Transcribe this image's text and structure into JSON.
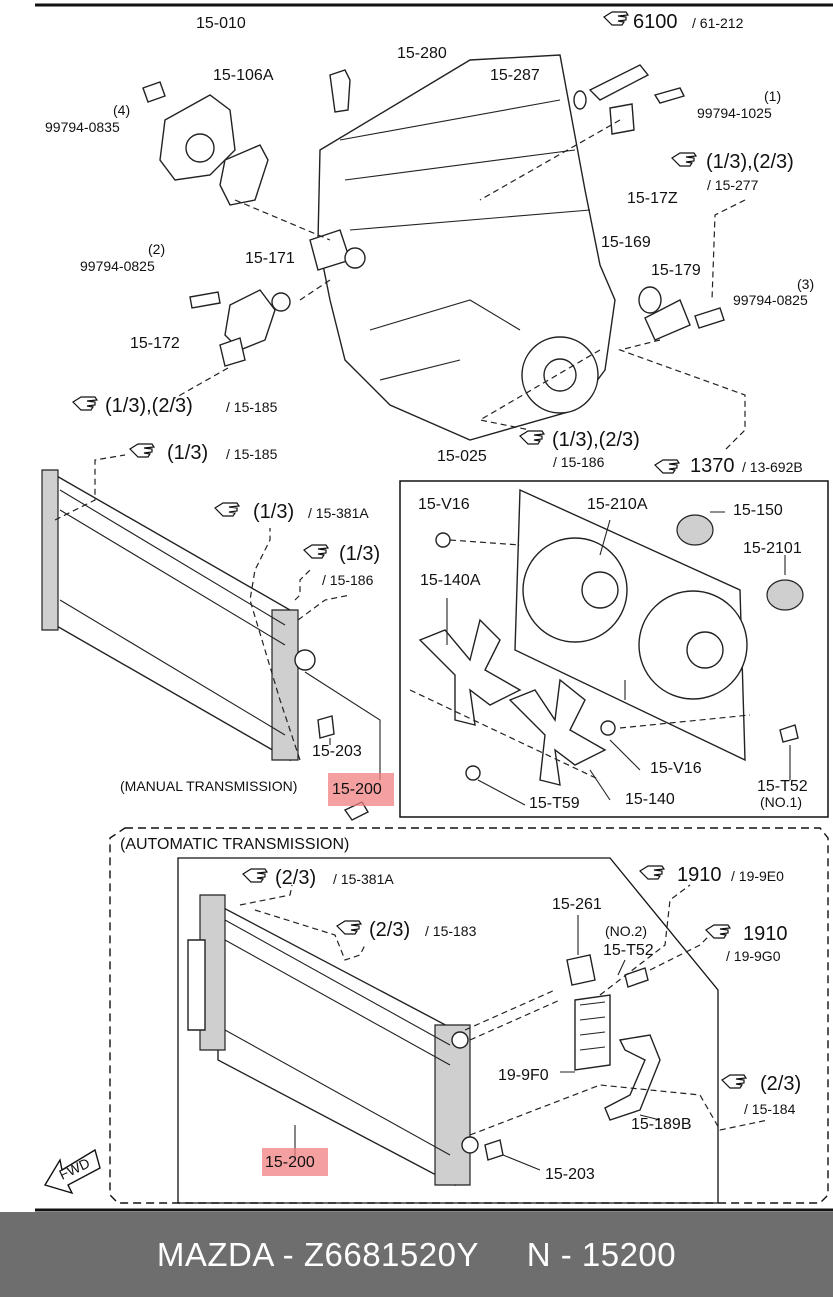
{
  "diagram": {
    "labels": {
      "p15_010": "15-010",
      "p15_106a": "15-106A",
      "p15_280": "15-280",
      "p15_287": "15-287",
      "ref6100": "6100",
      "ref6100_sub": "/ 61-212",
      "b4_num": "(4)",
      "b4_code": "99794-0835",
      "b1_num": "(1)",
      "b1_code": "99794-1025",
      "ref13_a": "(1/3),(2/3)",
      "ref13_a_sub": "/ 15-277",
      "p15_17z": "15-17Z",
      "p15_169": "15-169",
      "p15_179": "15-179",
      "b2_num": "(2)",
      "b2_code": "99794-0825",
      "p15_171": "15-171",
      "b3_num": "(3)",
      "b3_code": "99794-0825",
      "p15_172": "15-172",
      "ref15_185_a": "(1/3),(2/3)",
      "ref15_185_a_sub": "/ 15-185",
      "ref15_186_a": "(1/3),(2/3)",
      "ref15_186_a_sub": "/ 15-186",
      "ref15_185_b": "(1/3)",
      "ref15_185_b_sub": "/ 15-185",
      "p15_025": "15-025",
      "ref1370": "1370",
      "ref1370_sub": "/ 13-692B",
      "ref15_381a_m": "(1/3)",
      "ref15_381a_m_sub": "/ 15-381A",
      "p15_v16_a": "15-V16",
      "p15_210a": "15-210A",
      "p15_150": "15-150",
      "ref15_186_b": "(1/3)",
      "ref15_186_b_sub": "/ 15-186",
      "p15_140a": "15-140A",
      "p15_2101": "15-2101",
      "p15_203_m": "15-203",
      "manual": "(MANUAL TRANSMISSION)",
      "p15_200_m": "15-200",
      "p15_v16_b": "15-V16",
      "p15_t59": "15-T59",
      "p15_140": "15-140",
      "p15_t52_m": "15-T52",
      "no1": "(NO.1)",
      "auto": "(AUTOMATIC TRANSMISSION)",
      "ref15_381a_a": "(2/3)",
      "ref15_381a_a_sub": "/ 15-381A",
      "ref1910_a": "1910",
      "ref1910_a_sub": "/ 19-9E0",
      "ref15_183": "(2/3)",
      "ref15_183_sub": "/ 15-183",
      "p15_261": "15-261",
      "no2": "(NO.2)",
      "p15_t52_a": "15-T52",
      "ref1910_b": "1910",
      "ref1910_b_sub": "/ 19-9G0",
      "p19_9f0": "19-9F0",
      "ref15_184": "(2/3)",
      "ref15_184_sub": "/ 15-184",
      "p15_189b": "15-189B",
      "p15_200_a": "15-200",
      "p15_203_a": "15-203",
      "fwd": "FWD"
    }
  },
  "footer": {
    "text": "MAZDA - Z6681520Y     N - 15200"
  },
  "colors": {
    "highlight": "#f08080",
    "footer_bg": "#6e6e6e",
    "ink": "#111111"
  }
}
